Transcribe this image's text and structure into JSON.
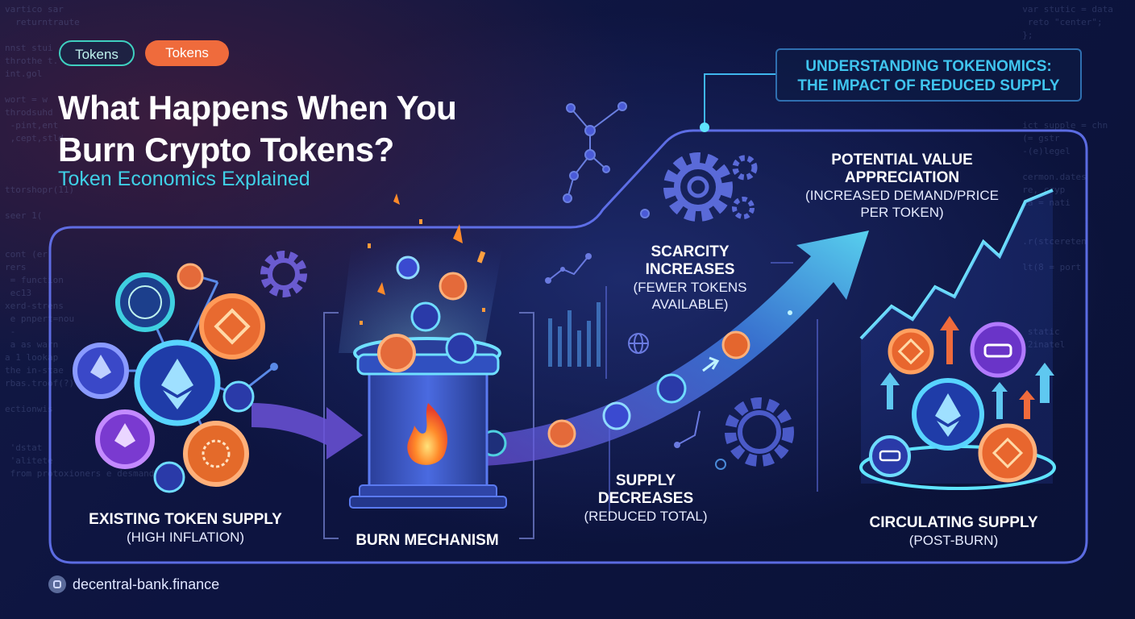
{
  "tags": [
    "Tokens",
    "Tokens"
  ],
  "title_line1": "What Happens When You",
  "title_line2": "Burn Crypto Tokens?",
  "subtitle": "Token Economics Explained",
  "callout_line1": "UNDERSTANDING TOKENOMICS:",
  "callout_line2": "THE IMPACT OF REDUCED SUPPLY",
  "stages": {
    "supply": {
      "heading": "EXISTING TOKEN SUPPLY",
      "sub": "(HIGH INFLATION)"
    },
    "burn": {
      "heading": "BURN MECHANISM"
    },
    "scarcity": {
      "heading1": "SCARCITY",
      "heading2": "INCREASES",
      "sub1": "(FEWER TOKENS",
      "sub2": "AVAILABLE)"
    },
    "decrease": {
      "heading1": "SUPPLY",
      "heading2": "DECREASES",
      "sub": "(REDUCED TOTAL)"
    },
    "value": {
      "heading1": "POTENTIAL VALUE",
      "heading2": "APPRECIATION",
      "sub1": "(INCREASED DEMAND/PRICE",
      "sub2": "PER TOKEN)"
    },
    "circulating": {
      "heading": "CIRCULATING SUPPLY",
      "sub": "(POST-BURN)"
    }
  },
  "footer_domain": "decentral-bank.finance",
  "colors": {
    "frame": "#5b6cf0",
    "accent_cyan": "#3fd0e6",
    "accent_orange": "#ef6b3c",
    "flame": "#ff7a2a"
  }
}
